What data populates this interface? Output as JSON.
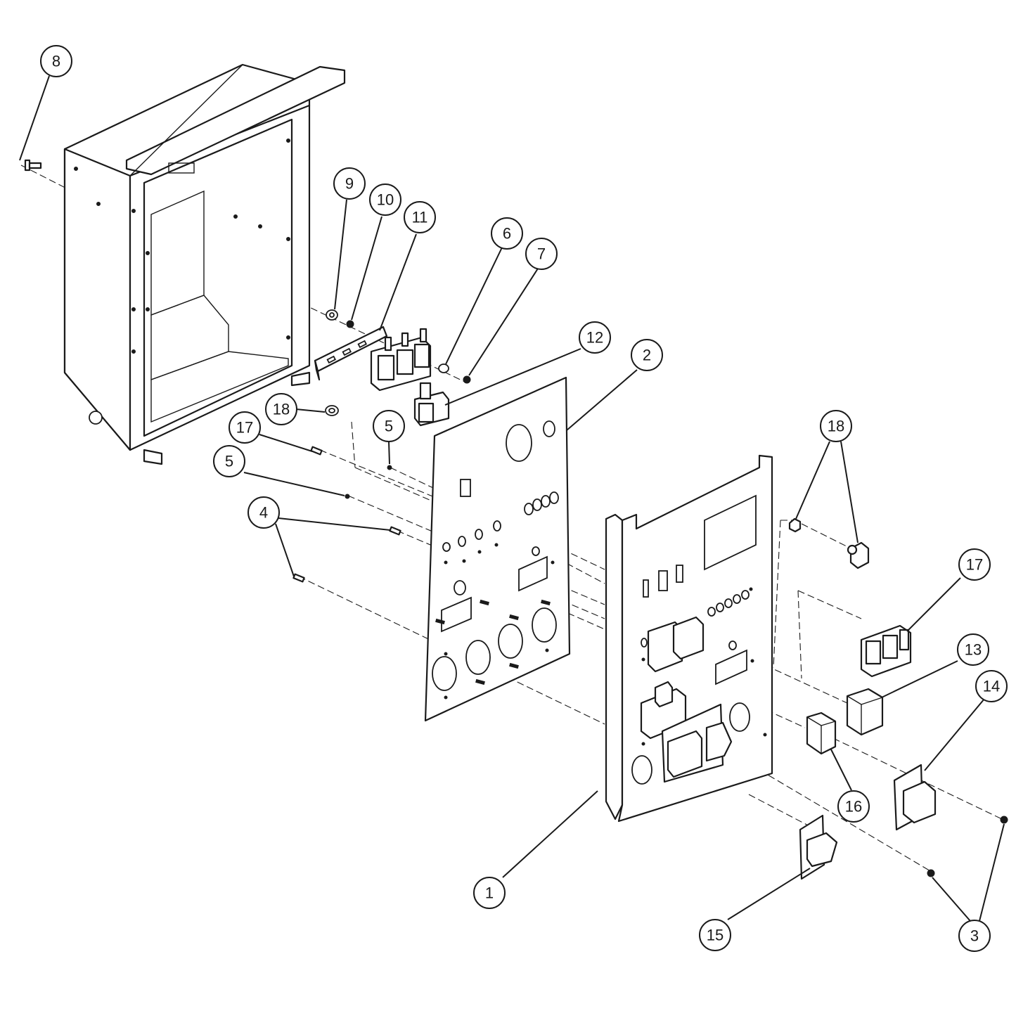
{
  "diagram": {
    "callouts": [
      "1",
      "2",
      "3",
      "4",
      "5",
      "6",
      "7",
      "8",
      "9",
      "10",
      "11",
      "12",
      "13",
      "14",
      "15",
      "16",
      "17",
      "18"
    ],
    "colors": {
      "line": "#1a1a1a",
      "background": "#ffffff"
    }
  }
}
